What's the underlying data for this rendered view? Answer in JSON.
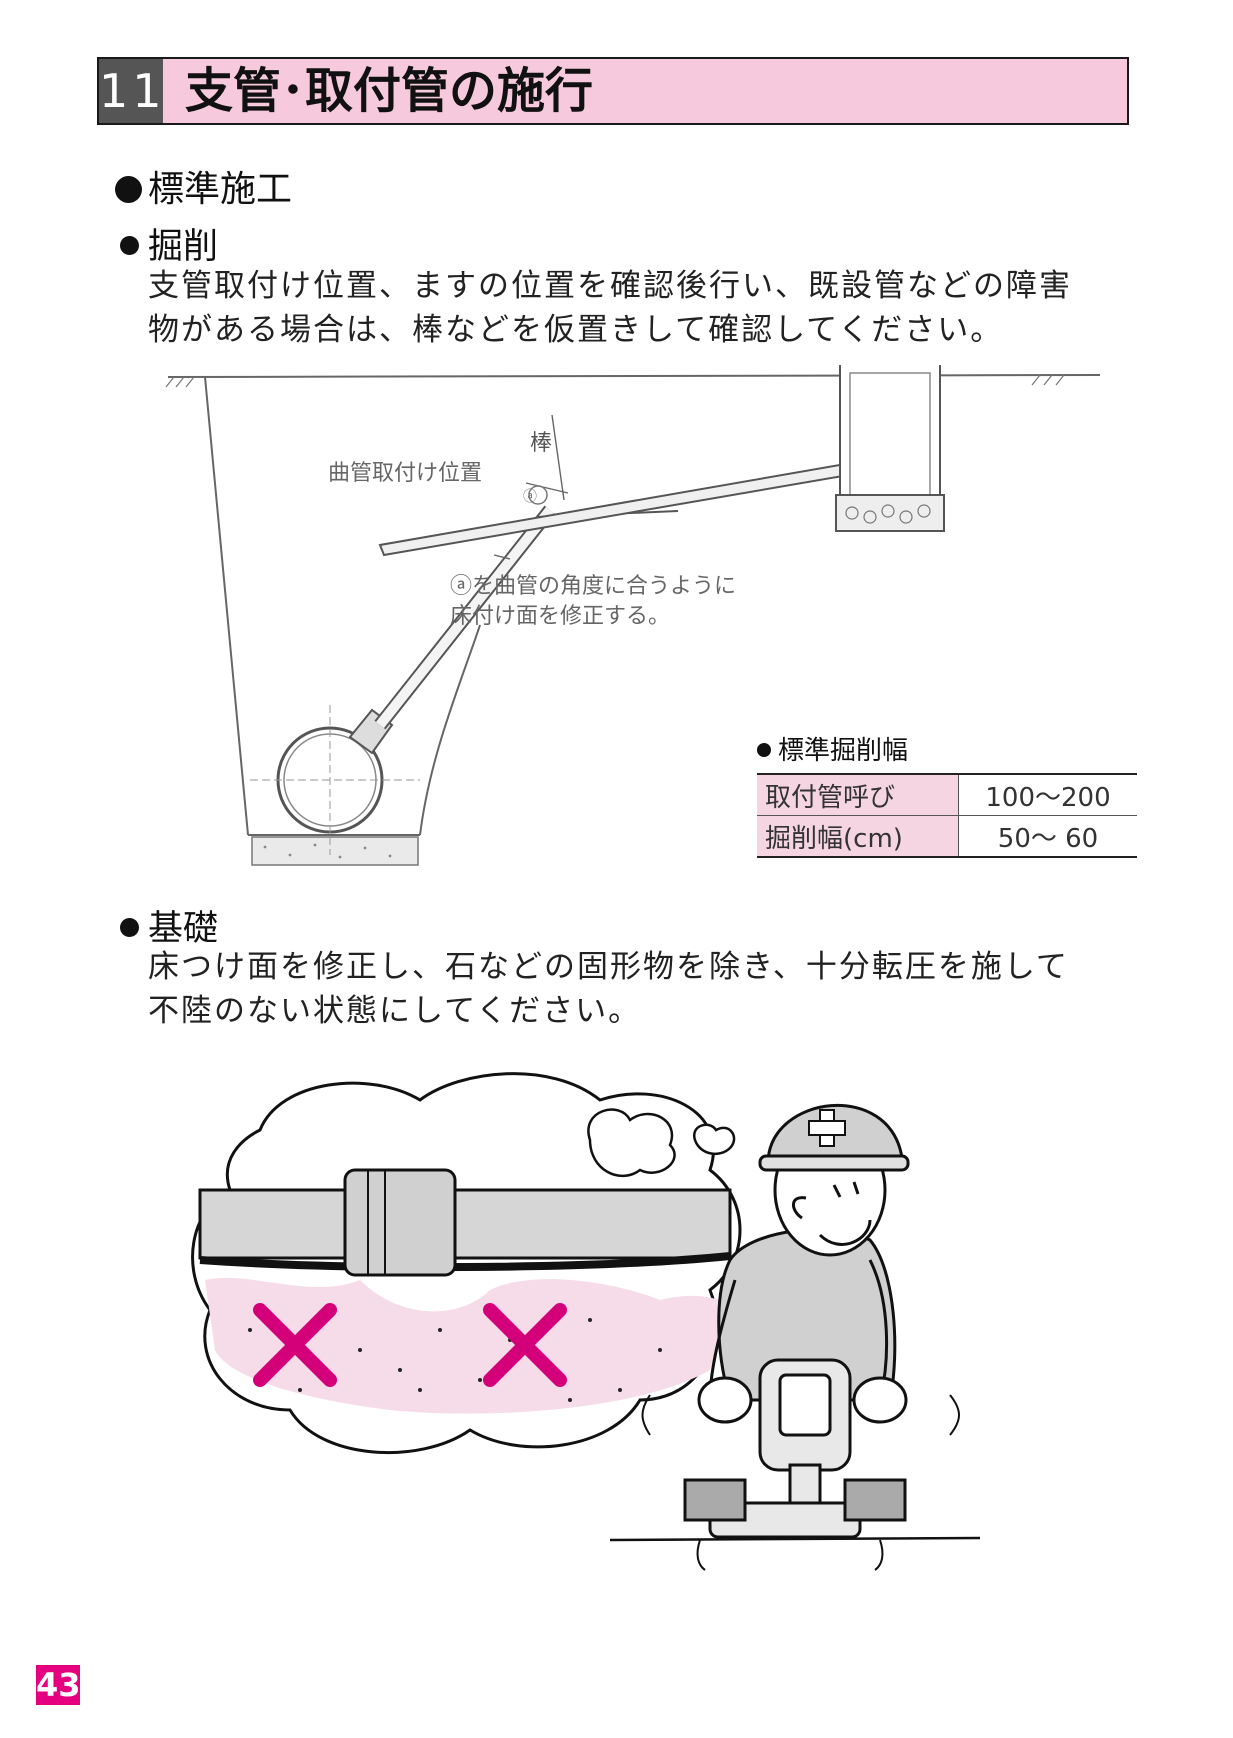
{
  "header": {
    "number": "11",
    "title": "支管･取付管の施行"
  },
  "section": {
    "title": "標準施工"
  },
  "excavation": {
    "heading": "掘削",
    "lines": [
      "支管取付け位置、ますの位置を確認後行い、既設管などの障害",
      "物がある場合は、棒などを仮置きして確認してください。"
    ]
  },
  "diagram": {
    "label_rod": "棒",
    "label_bend": "曲管取付け位置",
    "label_a": "ⓐ",
    "note_lines": [
      "ⓐを曲管の角度に合うように",
      "床付け面を修正する。"
    ]
  },
  "width_table": {
    "title": "標準掘削幅",
    "rows": [
      {
        "label": "取付管呼び",
        "value": "100～200"
      },
      {
        "label": "掘削幅(cm)",
        "value": "50～ 60"
      }
    ]
  },
  "foundation": {
    "heading": "基礎",
    "lines": [
      "床つけ面を修正し、石などの固形物を除き、十分転圧を施して",
      "不陸のない状態にしてください。"
    ]
  },
  "colors": {
    "accent": "#e4007f",
    "header_fill": "#f6c9dc",
    "table_label_fill": "#f6d5e3",
    "cross": "#d4007a"
  },
  "page_number": "43"
}
